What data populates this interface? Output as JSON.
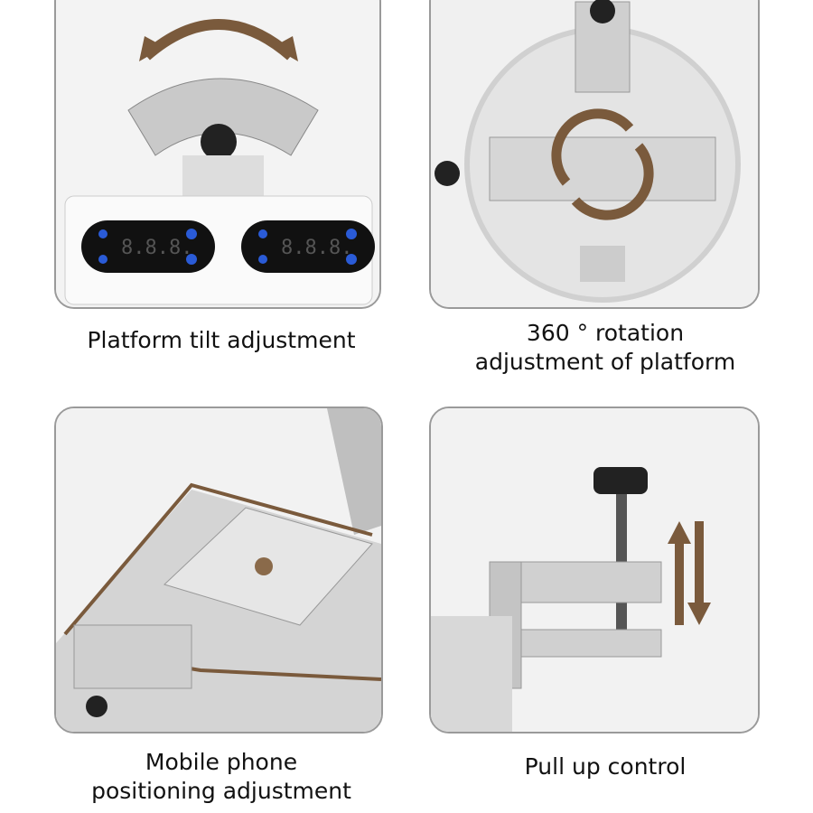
{
  "features": [
    {
      "caption_lines": [
        "Platform tilt adjustment"
      ],
      "display_readout": "8.8.8."
    },
    {
      "caption_lines": [
        "360 ° rotation",
        "adjustment of platform"
      ]
    },
    {
      "caption_lines": [
        "Mobile phone",
        "positioning adjustment"
      ]
    },
    {
      "caption_lines": [
        "Pull up control"
      ]
    }
  ],
  "colors": {
    "arrow": "#7a5a3c",
    "panel_border": "#9a9a9a",
    "metal": "#c8c8c8"
  }
}
